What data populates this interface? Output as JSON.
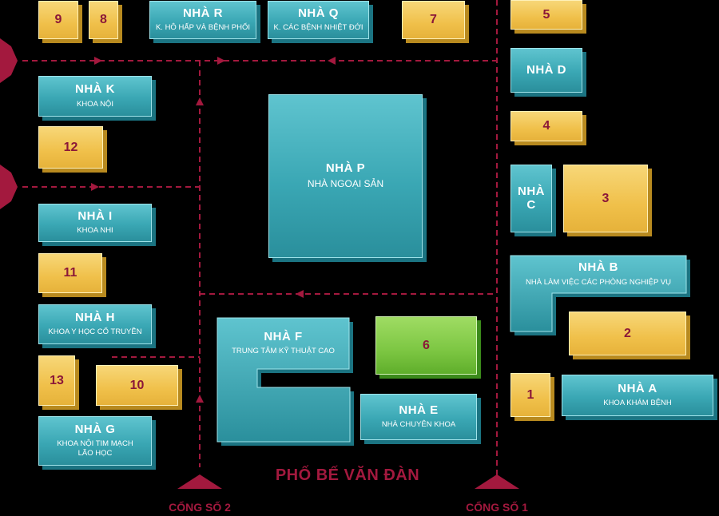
{
  "buildings": {
    "b9": {
      "label": "9"
    },
    "b8": {
      "label": "8"
    },
    "nha_r": {
      "name": "NHÀ R",
      "sub": "K. HÔ HẤP VÀ BỆNH PHỔI"
    },
    "nha_q": {
      "name": "NHÀ Q",
      "sub": "K. CÁC BỆNH NHIỆT ĐỚI"
    },
    "b7": {
      "label": "7"
    },
    "b5": {
      "label": "5"
    },
    "nha_d": {
      "name": "NHÀ D"
    },
    "nha_k": {
      "name": "NHÀ K",
      "sub": "KHOA NỘI"
    },
    "b12": {
      "label": "12"
    },
    "nha_p": {
      "name": "NHÀ P",
      "sub": "NHÀ NGOẠI SẢN"
    },
    "b4": {
      "label": "4"
    },
    "nha_c": {
      "name": "NHÀ C"
    },
    "b3": {
      "label": "3"
    },
    "nha_i": {
      "name": "NHÀ I",
      "sub": "KHOA NHI"
    },
    "b11": {
      "label": "11"
    },
    "nha_b": {
      "name": "NHÀ B",
      "sub": "NHÀ LÀM VIỆC CÁC PHÒNG NGHIỆP VỤ"
    },
    "b2": {
      "label": "2"
    },
    "nha_h": {
      "name": "NHÀ H",
      "sub": "KHOA Y HỌC CỔ TRUYỀN"
    },
    "nha_f": {
      "name": "NHÀ F",
      "sub": "TRUNG TÂM KỸ THUẬT CAO"
    },
    "b6": {
      "label": "6"
    },
    "b13": {
      "label": "13"
    },
    "b10": {
      "label": "10"
    },
    "b1": {
      "label": "1"
    },
    "nha_a": {
      "name": "NHÀ A",
      "sub": "KHOA KHÁM BỆNH"
    },
    "nha_e": {
      "name": "NHÀ E",
      "sub": "NHÀ CHUYÊN KHOA"
    },
    "nha_g": {
      "name": "NHÀ G",
      "sub": "KHOA NỘI TIM MẠCH LÃO HỌC"
    }
  },
  "street": "PHỐ BẾ VĂN ĐÀN",
  "gates": {
    "gate1": "CỔNG SỐ 1",
    "gate2": "CỔNG SỐ 2"
  },
  "colors": {
    "teal": "#3aa7b4",
    "yellow": "#f0c04a",
    "green": "#7cc642",
    "path": "#a3193e",
    "background": "#000000"
  }
}
